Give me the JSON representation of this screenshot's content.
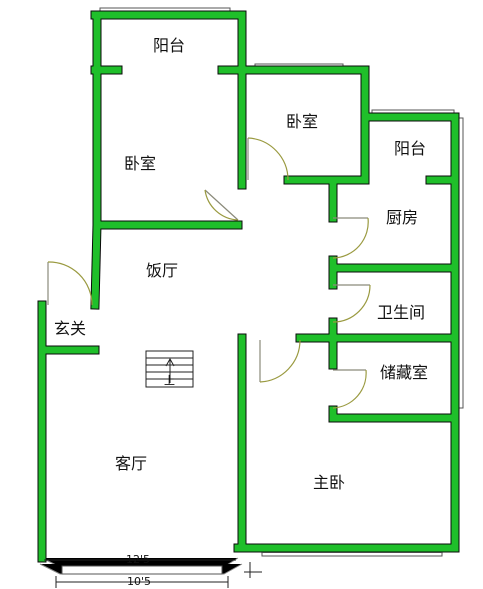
{
  "rooms": {
    "balcony_top": "阳台",
    "bedroom_left": "卧室",
    "bedroom_middle": "卧室",
    "balcony_right": "阳台",
    "kitchen": "厨房",
    "dining": "饭厅",
    "bathroom": "卫生间",
    "entrance": "玄关",
    "storage": "储藏室",
    "living": "客厅",
    "master_bedroom": "主卧"
  },
  "stair_mark": "上",
  "dimensions": {
    "outer": "12'5",
    "inner": "10'5"
  },
  "colors": {
    "wall": "#1fbf2a",
    "wall_outline": "#0a0a0a"
  }
}
